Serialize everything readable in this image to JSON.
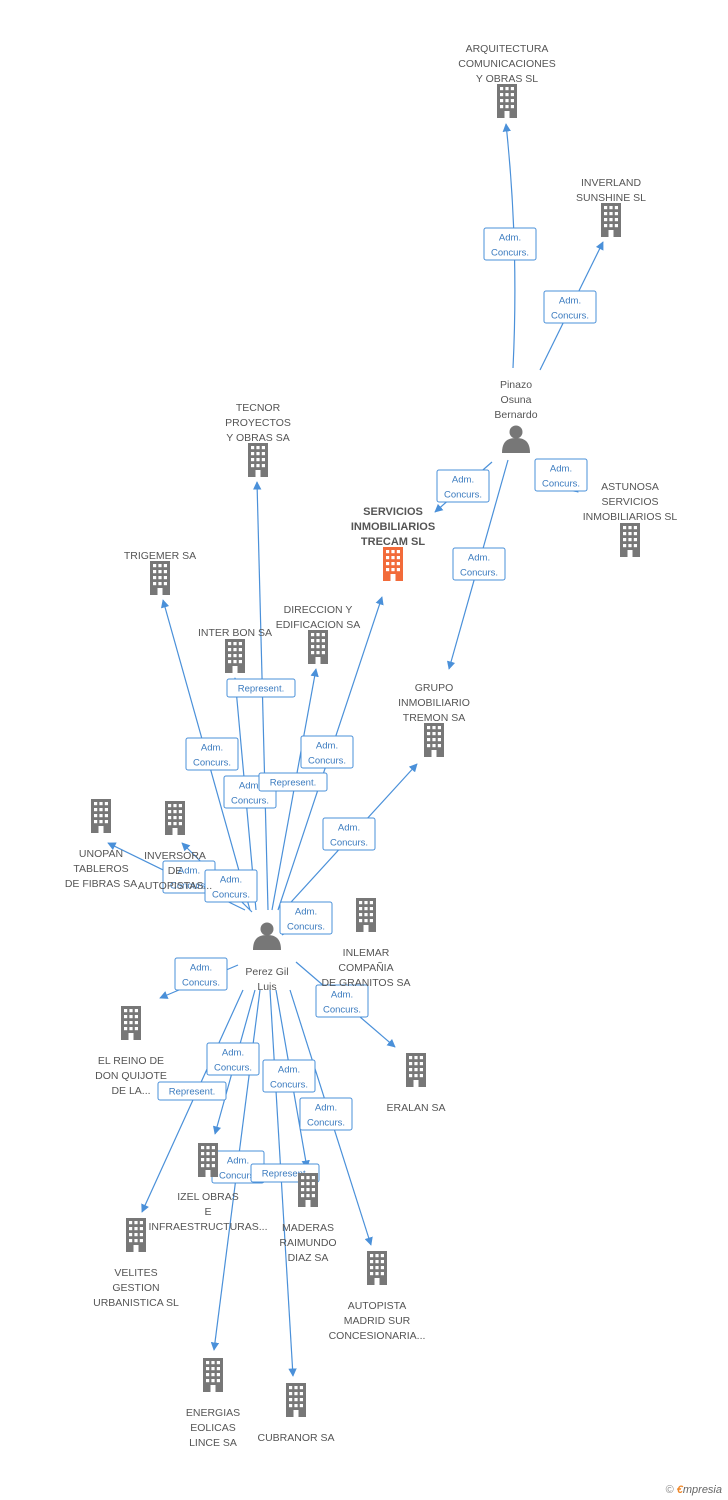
{
  "colors": {
    "edge": "#4a90d9",
    "company": "#777777",
    "focus": "#f26b3a",
    "person": "#777777"
  },
  "nodes": [
    {
      "id": "arq",
      "type": "company",
      "lines": [
        "ARQUITECTURA",
        "COMUNICACIONES",
        "Y OBRAS SL"
      ]
    },
    {
      "id": "inverland",
      "type": "company",
      "lines": [
        "INVERLAND",
        "SUNSHINE SL"
      ]
    },
    {
      "id": "pinazo",
      "type": "person",
      "lines": [
        "Pinazo",
        "Osuna",
        "Bernardo"
      ]
    },
    {
      "id": "astunosa",
      "type": "company",
      "lines": [
        "ASTUNOSA",
        "SERVICIOS",
        "INMOBILIARIOS SL"
      ]
    },
    {
      "id": "servicios",
      "type": "focus",
      "lines": [
        "SERVICIOS",
        "INMOBILIARIOS",
        "TRECAM SL"
      ]
    },
    {
      "id": "tecnor",
      "type": "company",
      "lines": [
        "TECNOR",
        "PROYECTOS",
        "Y OBRAS SA"
      ]
    },
    {
      "id": "trigemer",
      "type": "company",
      "lines": [
        "TRIGEMER SA"
      ]
    },
    {
      "id": "interbon",
      "type": "company",
      "lines": [
        "INTER BON SA"
      ]
    },
    {
      "id": "direccion",
      "type": "company",
      "lines": [
        "DIRECCION Y",
        "EDIFICACION SA"
      ]
    },
    {
      "id": "grupo",
      "type": "company",
      "lines": [
        "GRUPO",
        "INMOBILIARIO",
        "TREMON SA"
      ]
    },
    {
      "id": "unopan",
      "type": "company",
      "lines": [
        "UNOPAN",
        "TABLEROS",
        "DE FIBRAS SA"
      ]
    },
    {
      "id": "inversora",
      "type": "company",
      "lines": [
        "INVERSORA",
        "DE",
        "AUTOPISTAS..."
      ]
    },
    {
      "id": "inlemar",
      "type": "company",
      "lines": [
        "INLEMAR",
        "COMPAÑIA",
        "DE GRANITOS SA"
      ]
    },
    {
      "id": "perez",
      "type": "person",
      "lines": [
        "Perez Gil",
        "Luis"
      ]
    },
    {
      "id": "reino",
      "type": "company",
      "lines": [
        "EL REINO DE",
        "DON QUIJOTE",
        "DE LA..."
      ]
    },
    {
      "id": "eralan",
      "type": "company",
      "lines": [
        "ERALAN SA"
      ]
    },
    {
      "id": "izel",
      "type": "company",
      "lines": [
        "IZEL OBRAS",
        "E",
        "INFRAESTRUCTURAS..."
      ]
    },
    {
      "id": "maderas",
      "type": "company",
      "lines": [
        "MADERAS",
        "RAIMUNDO",
        "DIAZ SA"
      ]
    },
    {
      "id": "velites",
      "type": "company",
      "lines": [
        "VELITES",
        "GESTION",
        "URBANISTICA SL"
      ]
    },
    {
      "id": "autopista",
      "type": "company",
      "lines": [
        "AUTOPISTA",
        "MADRID SUR",
        "CONCESIONARIA..."
      ]
    },
    {
      "id": "energias",
      "type": "company",
      "lines": [
        "ENERGIAS",
        "EOLICAS",
        "LINCE SA"
      ]
    },
    {
      "id": "cubranor",
      "type": "company",
      "lines": [
        "CUBRANOR SA"
      ]
    }
  ],
  "edges": [
    {
      "from": "pinazo",
      "to": "arq",
      "badge": [
        "Adm.",
        "Concurs."
      ]
    },
    {
      "from": "pinazo",
      "to": "inverland",
      "badge": [
        "Adm.",
        "Concurs."
      ]
    },
    {
      "from": "pinazo",
      "to": "servicios",
      "badge": [
        "Adm.",
        "Concurs."
      ]
    },
    {
      "from": "pinazo",
      "to": "astunosa",
      "badge": [
        "Adm.",
        "Concurs."
      ]
    },
    {
      "from": "pinazo",
      "to": "grupo",
      "badge": [
        "Adm.",
        "Concurs."
      ]
    },
    {
      "from": "perez",
      "to": "tecnor",
      "badge": [
        "Represent."
      ]
    },
    {
      "from": "perez",
      "to": "trigemer",
      "badge": [
        "Adm.",
        "Concurs."
      ]
    },
    {
      "from": "perez",
      "to": "interbon",
      "badge": [
        "Adm.",
        "Concurs."
      ]
    },
    {
      "from": "perez",
      "to": "direccion",
      "badge": [
        "Represent."
      ]
    },
    {
      "from": "perez",
      "to": "servicios",
      "badge": [
        "Adm.",
        "Concurs."
      ]
    },
    {
      "from": "perez",
      "to": "grupo",
      "badge": [
        "Adm.",
        "Concurs."
      ]
    },
    {
      "from": "perez",
      "to": "unopan",
      "badge": [
        "Adm.",
        "Concurs."
      ]
    },
    {
      "from": "perez",
      "to": "inversora",
      "badge": [
        "Adm.",
        "Concurs."
      ]
    },
    {
      "from": "perez",
      "to": "inlemar",
      "badge": [
        "Adm.",
        "Concurs."
      ]
    },
    {
      "from": "perez",
      "to": "reino",
      "badge": [
        "Adm.",
        "Concurs."
      ]
    },
    {
      "from": "perez",
      "to": "eralan",
      "badge": [
        "Adm.",
        "Concurs."
      ]
    },
    {
      "from": "perez",
      "to": "izel",
      "badge": [
        "Adm.",
        "Concurs."
      ]
    },
    {
      "from": "perez",
      "to": "velites",
      "badge": [
        "Represent."
      ]
    },
    {
      "from": "perez",
      "to": "maderas",
      "badge": [
        "Adm.",
        "Concurs."
      ]
    },
    {
      "from": "perez",
      "to": "autopista",
      "badge": [
        "Adm.",
        "Concurs."
      ]
    },
    {
      "from": "perez",
      "to": "energias",
      "badge": [
        "Adm.",
        "Concurs."
      ]
    },
    {
      "from": "perez",
      "to": "cubranor",
      "badge": [
        "Represent."
      ]
    }
  ],
  "brand": {
    "copyright": "©",
    "e": "€",
    "rest": "mpresia"
  }
}
